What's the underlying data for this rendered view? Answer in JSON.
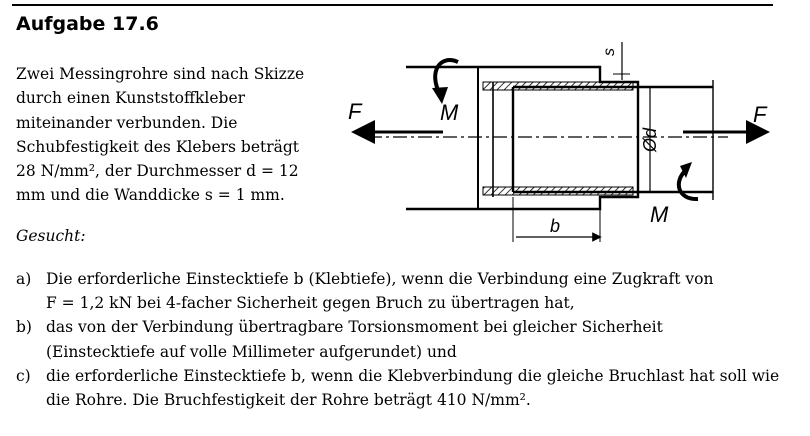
{
  "title": "Aufgabe 17.6",
  "intro_lines": [
    "Zwei Messingrohre sind nach Skizze",
    "durch einen Kunststoffkleber",
    "miteinander verbunden. Die",
    "Schubfestigkeit des Klebers beträgt",
    "28 N/mm², der Durchmesser d = 12",
    "mm und die Wanddicke s = 1 mm."
  ],
  "gesucht_label": "Gesucht:",
  "tasks": [
    {
      "label": "a)",
      "lines": [
        "Die erforderliche Einstecktiefe b (Klebtiefe), wenn die Verbindung eine Zugkraft von",
        "F = 1,2 kN bei 4-facher Sicherheit gegen Bruch zu übertragen hat,"
      ]
    },
    {
      "label": "b)",
      "lines": [
        "das von der Verbindung übertragbare Torsionsmoment bei gleicher Sicherheit",
        "(Einstecktiefe auf volle Millimeter aufgerundet) und"
      ]
    },
    {
      "label": "c)",
      "lines": [
        "die erforderliche Einstecktiefe b, wenn die Klebverbindung die gleiche Bruchlast hat soll wie",
        "die Rohre. Die Bruchfestigkeit der Rohre beträgt 410 N/mm²."
      ]
    }
  ],
  "sketch": {
    "label_force_left": "F",
    "label_force_right": "F",
    "label_moment_left": "M",
    "label_moment_right": "M",
    "label_wall": "s",
    "label_diameter": "Ød",
    "label_depth": "b"
  }
}
